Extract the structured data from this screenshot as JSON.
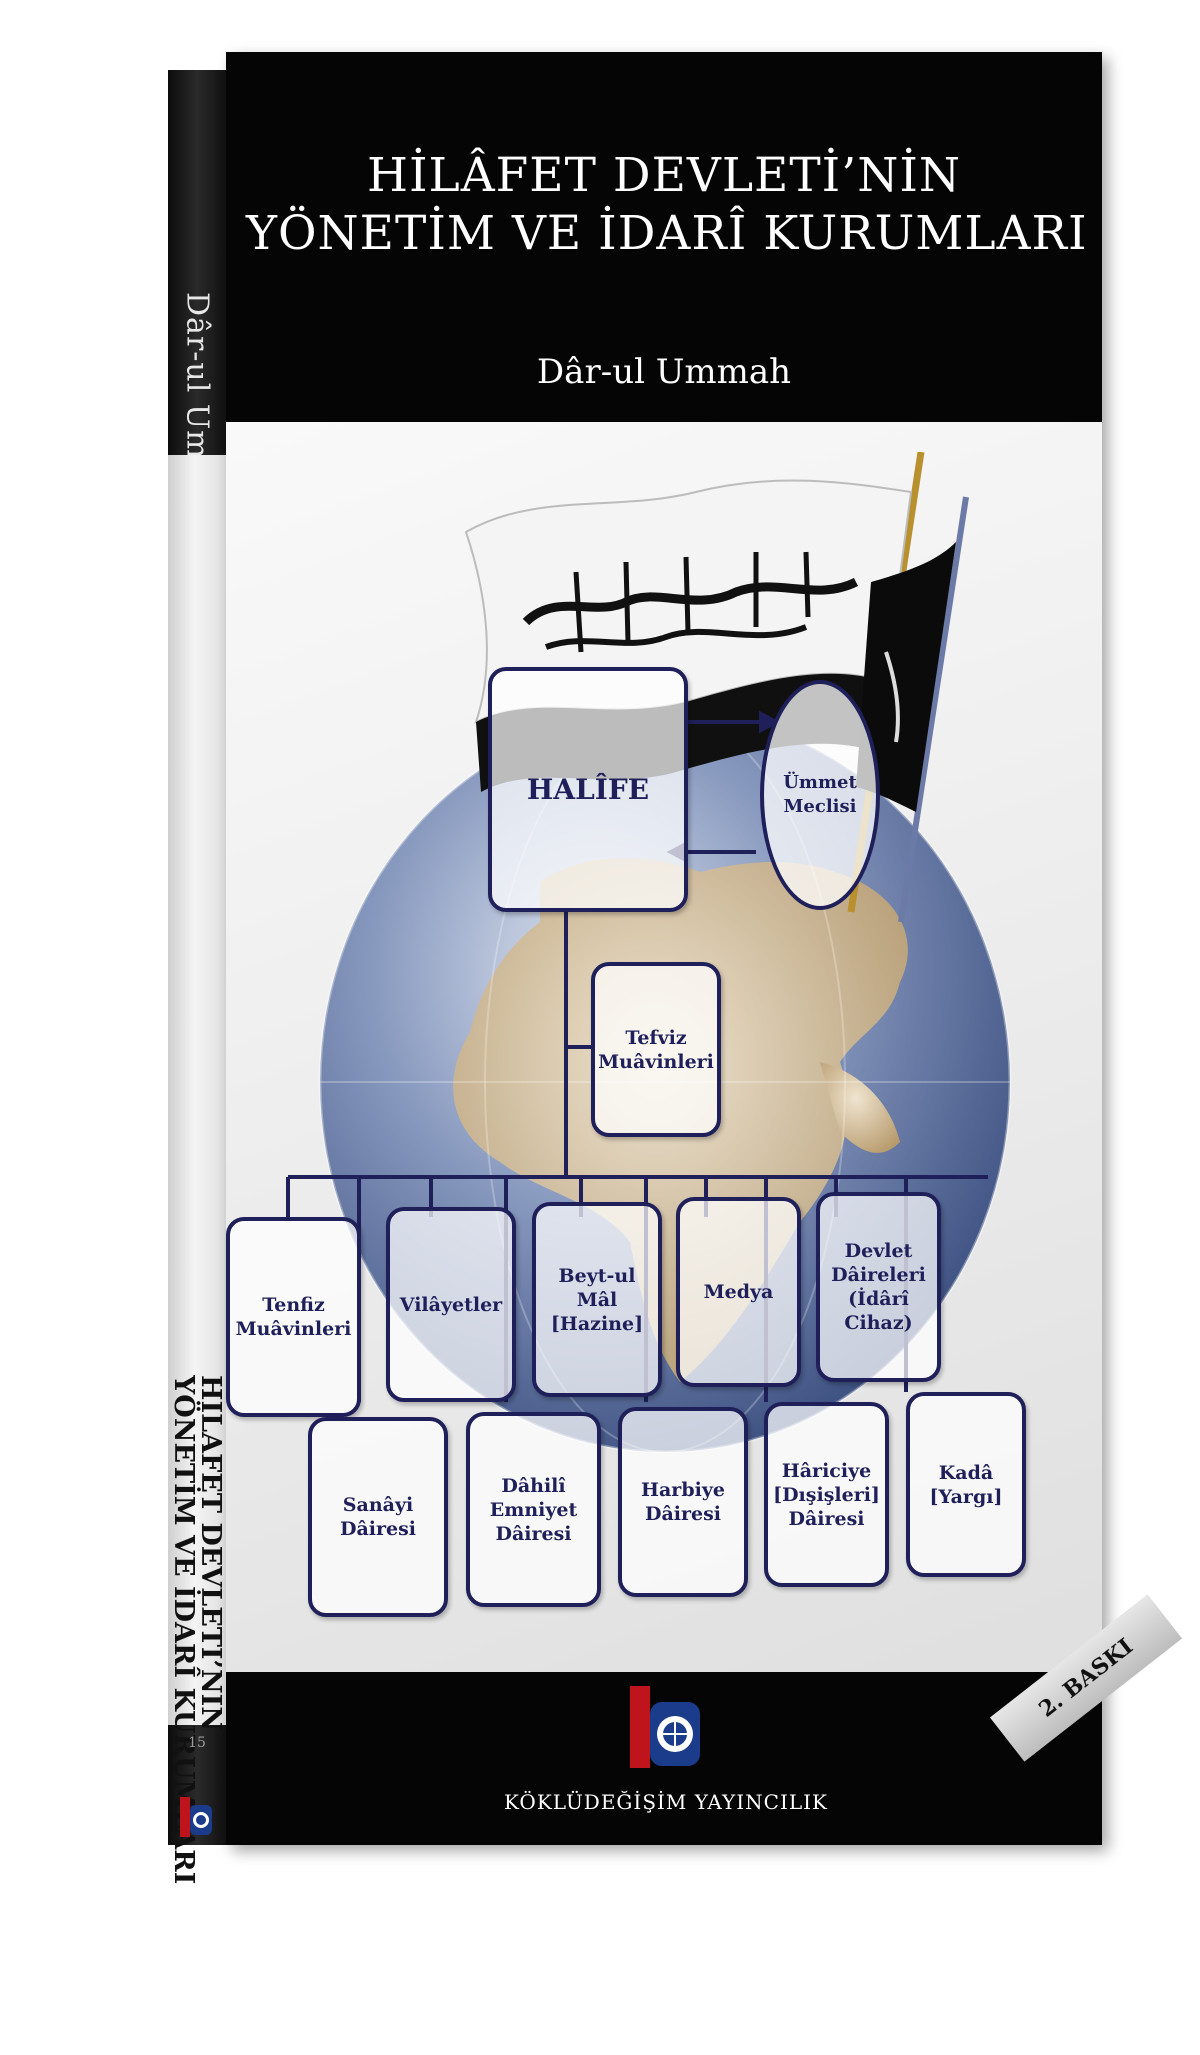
{
  "book": {
    "title_line1": "HİLÂFET DEVLETİ’NİN",
    "title_line2": "YÖNETİM VE İDARÎ KURUMLARI",
    "author": "Dâr-ul Ummah",
    "spine_author": "Dâr-ul Ummah",
    "spine_title_line1": "HİLÂFET DEVLETİ’NİN",
    "spine_title_line2": "YÖNETİM VE İDARÎ KURUMLARI",
    "spine_number": "15",
    "publisher": "KÖKLÜDEĞİŞİM YAYINCILIK",
    "edition": "2. BASKI"
  },
  "org_chart": {
    "top": "HALÎFE",
    "council": "Ümmet\nMeclisi",
    "second": "Tefviz\nMuâvinleri",
    "row1": [
      "Tenfiz\nMuâvinleri",
      "Vilâyetler",
      "Beyt-ul Mâl\n[Hazine]",
      "Medya",
      "Devlet\nDâireleri\n(İdârî\nCihaz)"
    ],
    "row2": [
      "Sanâyi\nDâiresi",
      "Dâhilî\nEmniyet\nDâiresi",
      "Harbiye\nDâiresi",
      "Hâriciye\n[Dışişleri]\nDâiresi",
      "Kadâ\n[Yargı]"
    ]
  },
  "colors": {
    "band": "#050505",
    "chart_ink": "#1f1f5a",
    "globe_ocean": "#4a5f8f",
    "globe_land": "#cbb58f"
  }
}
